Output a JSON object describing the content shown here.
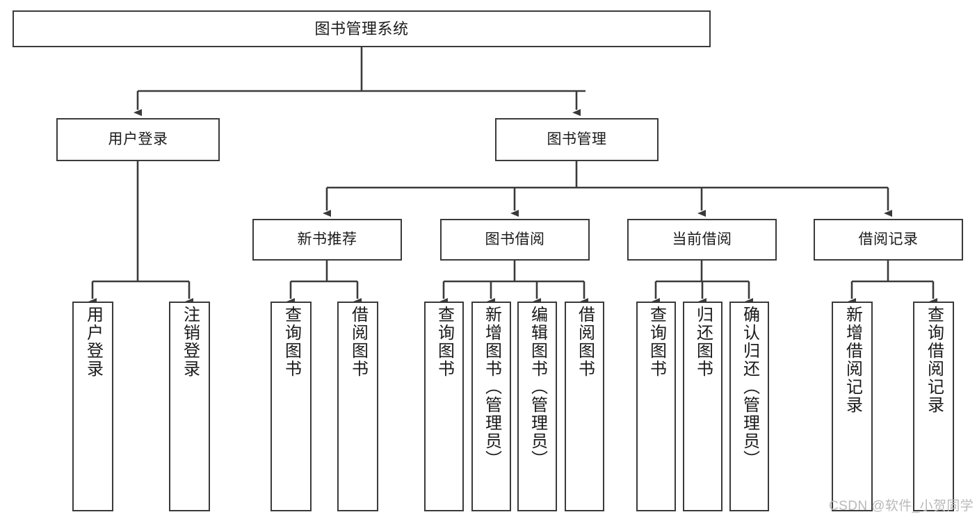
{
  "diagram": {
    "title": "图书管理系统",
    "type": "hierarchy-tree",
    "stroke_color": "#3a3a3a",
    "fill_color": "#ffffff",
    "text_color": "#1a1a1a"
  },
  "nodes": {
    "root": {
      "label": "图书管理系统"
    },
    "level2": [
      {
        "label": "用户登录"
      },
      {
        "label": "图书管理"
      }
    ],
    "level3": [
      {
        "label": "新书推荐"
      },
      {
        "label": "图书借阅"
      },
      {
        "label": "当前借阅"
      },
      {
        "label": "借阅记录"
      }
    ],
    "leaves_user_login": [
      {
        "label": "用户登录"
      },
      {
        "label": "注销登录"
      }
    ],
    "leaves_new_book": [
      {
        "label": "查询图书"
      },
      {
        "label": "借阅图书"
      }
    ],
    "leaves_borrow": [
      {
        "label": "查询图书"
      },
      {
        "label": "新增图书（管理员）"
      },
      {
        "label": "编辑图书（管理员）"
      },
      {
        "label": "借阅图书"
      }
    ],
    "leaves_current": [
      {
        "label": "查询图书"
      },
      {
        "label": "归还图书"
      },
      {
        "label": "确认归还（管理员）"
      }
    ],
    "leaves_record": [
      {
        "label": "新增借阅记录"
      },
      {
        "label": "查询借阅记录"
      }
    ]
  },
  "watermark": {
    "text": "CSDN @软件_小贺同学"
  }
}
